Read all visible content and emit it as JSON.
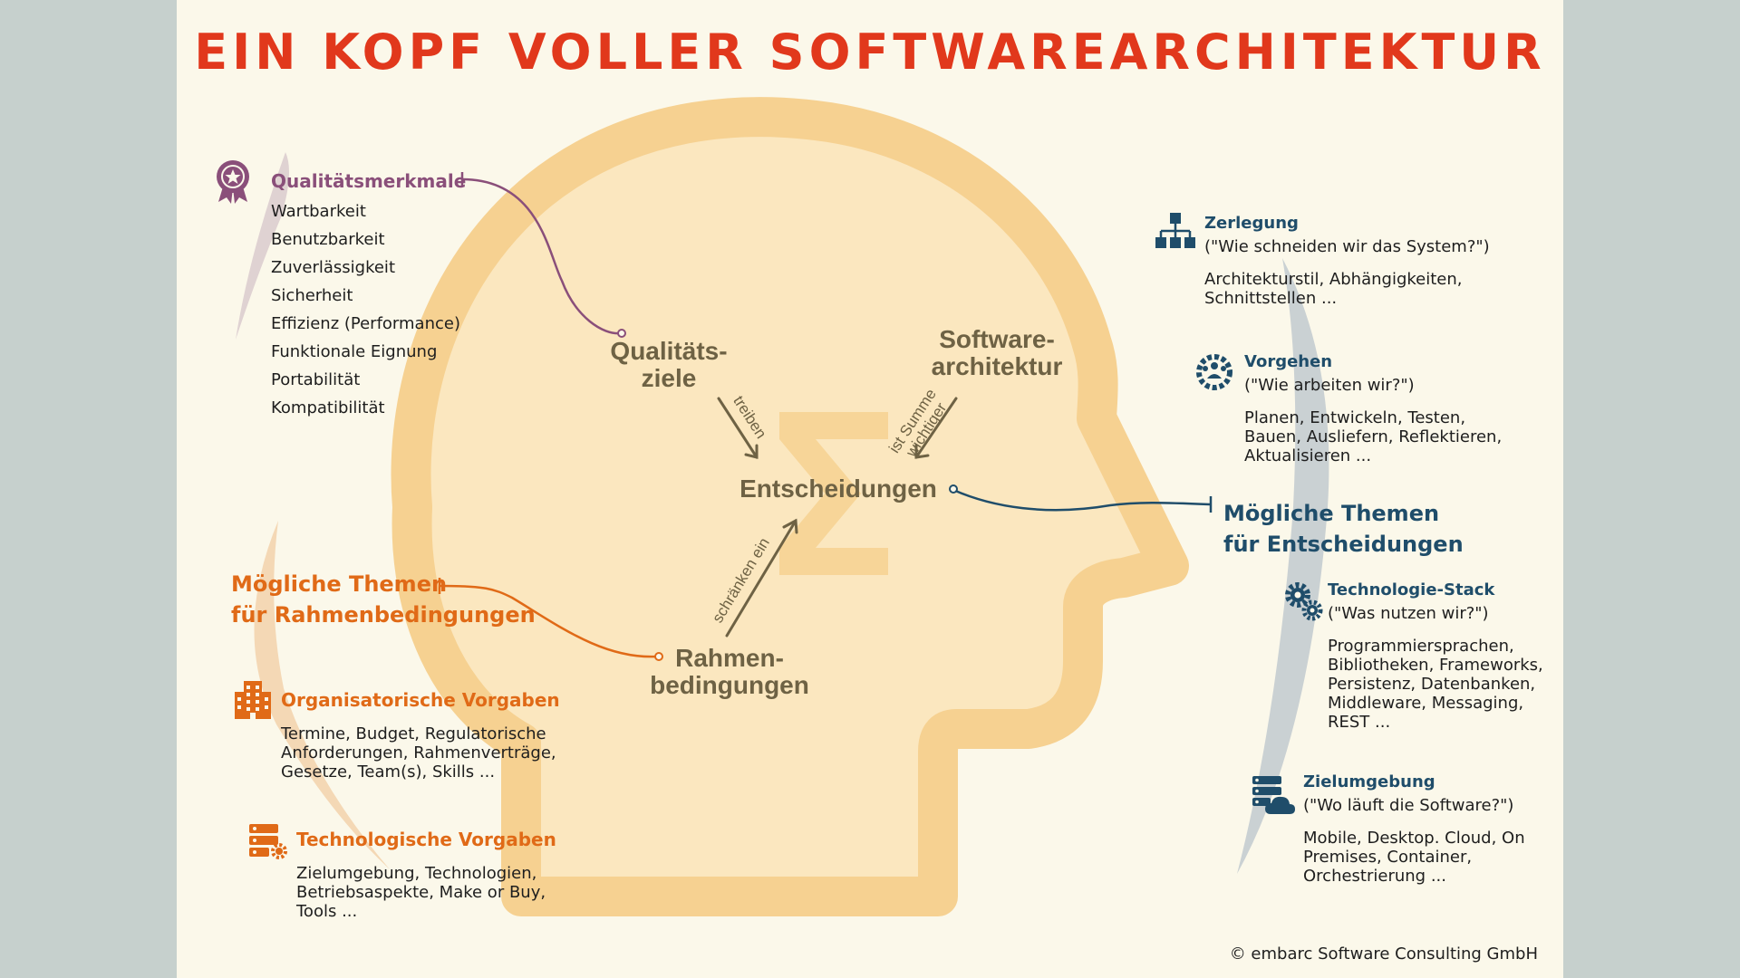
{
  "title": "EIN KOPF VOLLER SOFTWAREARCHITEKTUR",
  "colors": {
    "title": "#e1381c",
    "purple": "#8a4f7a",
    "orange": "#e06a17",
    "blue": "#1f4d6a",
    "head_outline": "#f6d191",
    "head_fill": "#fbe7bf",
    "head_text": "#6e6244",
    "background": "#fbf8ea"
  },
  "head": {
    "qualitaetsziele": [
      "Qualitäts-",
      "ziele"
    ],
    "softwarearchitektur": [
      "Software-",
      "architektur"
    ],
    "entscheidungen": "Entscheidungen",
    "rahmenbedingungen": [
      "Rahmen-",
      "bedingungen"
    ],
    "sigma": "Σ",
    "arrow_treiben": "treiben",
    "arrow_summe": [
      "ist Summe",
      "wichtiger"
    ],
    "arrow_einschraenken": "schränken ein"
  },
  "qualitaetsmerkmale": {
    "icon": "award-ribbon-icon",
    "title": "Qualitätsmerkmale",
    "items": [
      "Wartbarkeit",
      "Benutzbarkeit",
      "Zuverlässigkeit",
      "Sicherheit",
      "Effizienz (Performance)",
      "Funktionale Eignung",
      "Portabilität",
      "Kompatibilität"
    ]
  },
  "rahmen_themen": {
    "heading": [
      "Mögliche Themen",
      "für Rahmenbedingungen"
    ],
    "organisatorisch": {
      "icon": "building-icon",
      "title": "Organisatorische Vorgaben",
      "body": [
        "Termine, Budget, Regulatorische",
        "Anforderungen, Rahmenverträge,",
        "Gesetze, Team(s), Skills ..."
      ]
    },
    "technologisch": {
      "icon": "server-gear-icon",
      "title": "Technologische Vorgaben",
      "body": [
        "Zielumgebung, Technologien,",
        "Betriebsaspekte, Make or Buy,",
        "Tools ..."
      ]
    }
  },
  "entscheidungs_themen": {
    "heading": [
      "Mögliche Themen",
      "für Entscheidungen"
    ],
    "zerlegung": {
      "icon": "hierarchy-icon",
      "title": "Zerlegung",
      "question": "(\"Wie schneiden wir das System?\")",
      "body": [
        "Architekturstil, Abhängigkeiten,",
        "Schnittstellen ..."
      ]
    },
    "vorgehen": {
      "icon": "team-gear-icon",
      "title": "Vorgehen",
      "question": "(\"Wie arbeiten wir?\")",
      "body": [
        "Planen, Entwickeln, Testen,",
        "Bauen, Ausliefern, Reflektieren,",
        "Aktualisieren ..."
      ]
    },
    "technologie_stack": {
      "icon": "gears-icon",
      "title": "Technologie-Stack",
      "question": "(\"Was nutzen wir?\")",
      "body": [
        "Programmiersprachen,",
        "Bibliotheken, Frameworks,",
        "Persistenz, Datenbanken,",
        "Middleware, Messaging,",
        "REST ..."
      ]
    },
    "zielumgebung": {
      "icon": "server-cloud-icon",
      "title": "Zielumgebung",
      "question": "(\"Wo läuft die Software?\")",
      "body": [
        "Mobile, Desktop. Cloud, On",
        "Premises, Container,",
        "Orchestrierung ..."
      ]
    }
  },
  "copyright": "© embarc Software Consulting GmbH"
}
